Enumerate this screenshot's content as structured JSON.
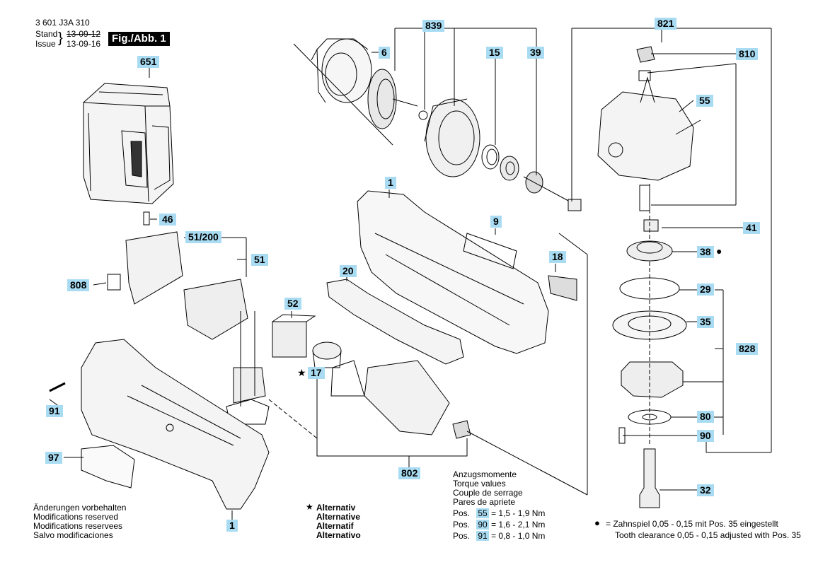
{
  "header": {
    "doc_number": "3 601 J3A 310",
    "stand_label": "Stand",
    "stand_date": "13-09-12",
    "issue_label": "Issue",
    "issue_date": "13-09-16",
    "figure": "Fig./Abb. 1"
  },
  "labels": {
    "l651": "651",
    "l6": "6",
    "l839": "839",
    "l15": "15",
    "l39": "39",
    "l821": "821",
    "l810": "810",
    "l55": "55",
    "l46": "46",
    "l51_200": "51/200",
    "l51": "51",
    "l808": "808",
    "l1_top": "1",
    "l9": "9",
    "l18": "18",
    "l20": "20",
    "l52": "52",
    "l17": "17",
    "l41": "41",
    "l38": "38",
    "l29": "29",
    "l35": "35",
    "l828": "828",
    "l80": "80",
    "l90": "90",
    "l91": "91",
    "l97": "97",
    "l802": "802",
    "l32": "32",
    "l1_bottom": "1"
  },
  "notes": {
    "changes": [
      "Änderungen vorbehalten",
      "Modifications reserved",
      "Modifications reservees",
      "Salvo modificaciones"
    ],
    "alternative_star": "★",
    "alternatives": [
      "Alternativ",
      "Alternative",
      "Alternatif",
      "Alternativo"
    ],
    "torque_title": [
      "Anzugsmomente",
      "Torque values",
      "Couple de serrage",
      "Pares de apriete"
    ],
    "torque_rows": [
      {
        "pos": "Pos.",
        "num": "55",
        "value": "= 1,5 - 1,9 Nm"
      },
      {
        "pos": "Pos.",
        "num": "90",
        "value": "= 1,6 - 2,1 Nm"
      },
      {
        "pos": "Pos.",
        "num": "91",
        "value": "= 0,8 - 1,0 Nm"
      }
    ],
    "bullet": "●",
    "tooth_de": "= Zahnspiel 0,05 - 0,15 mit Pos. 35 eingestellt",
    "tooth_en": "Tooth clearance 0,05 - 0,15 adjusted with Pos. 35"
  },
  "colors": {
    "label_bg": "#a9dcf2",
    "line": "#000000"
  }
}
